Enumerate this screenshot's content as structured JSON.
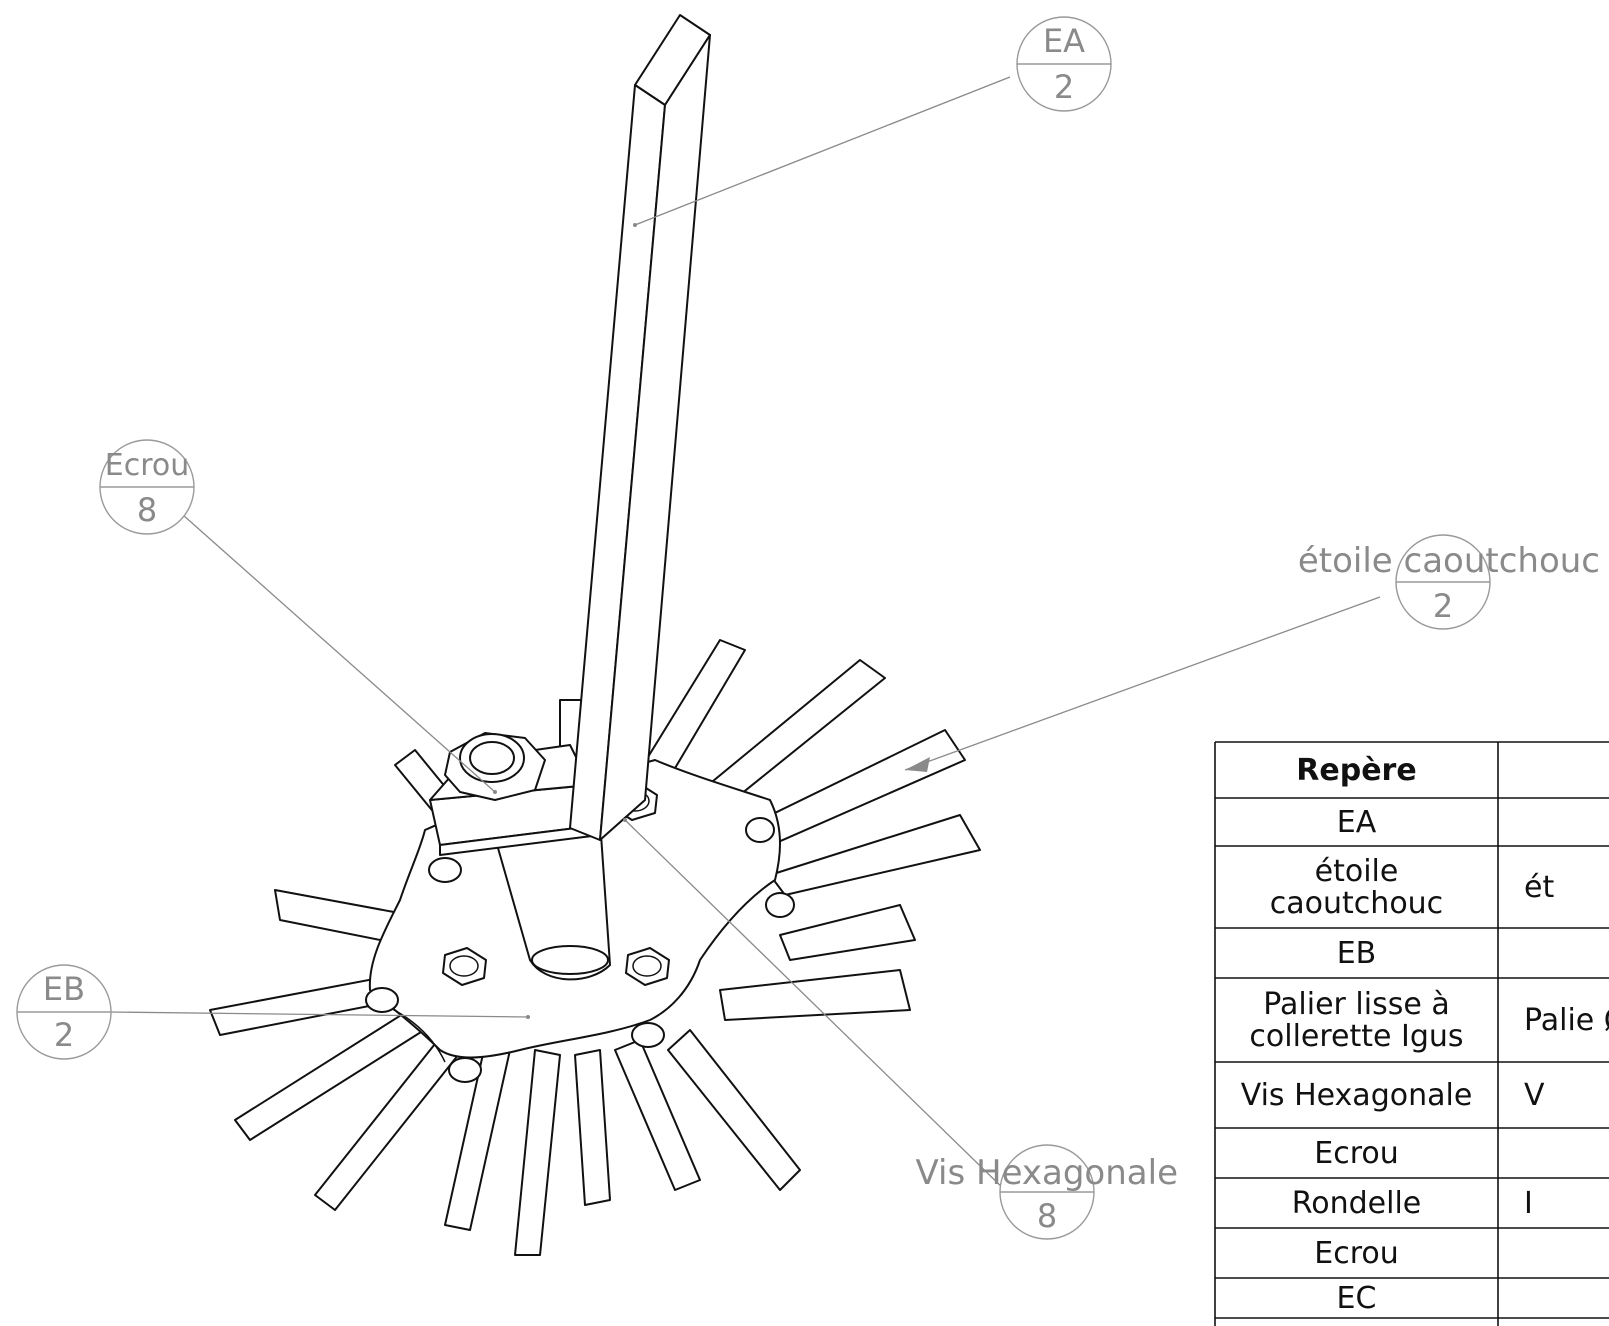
{
  "callouts": {
    "ea": {
      "name": "EA",
      "qty": "2"
    },
    "ecrou": {
      "name": "Ecrou",
      "qty": "8"
    },
    "etoile": {
      "name": "étoile caoutchouc",
      "qty": "2"
    },
    "eb": {
      "name": "EB",
      "qty": "2"
    },
    "vis": {
      "name": "Vis Hexagonale",
      "qty": "8"
    }
  },
  "bom": {
    "header": [
      "Repère",
      ""
    ],
    "rows": [
      [
        "EA",
        ""
      ],
      [
        "étoile caoutchouc",
        "ét"
      ],
      [
        "EB",
        ""
      ],
      [
        "Palier lisse à collerette Igus",
        "Palie Ø"
      ],
      [
        "Vis Hexagonale",
        "V"
      ],
      [
        "Ecrou",
        ""
      ],
      [
        "Rondelle",
        "I"
      ],
      [
        "Ecrou",
        ""
      ],
      [
        "EC",
        ""
      ]
    ]
  }
}
